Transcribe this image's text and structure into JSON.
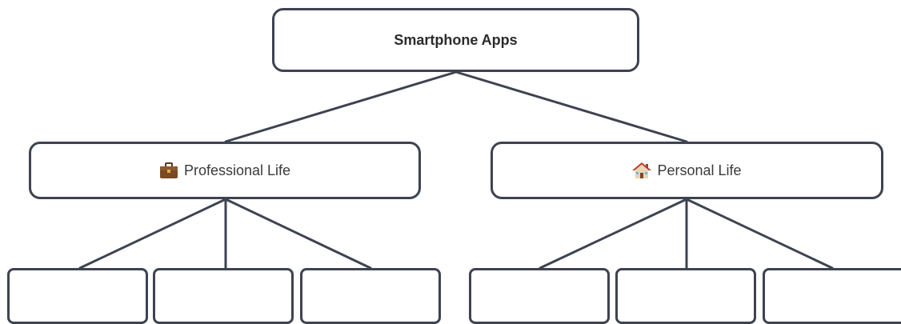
{
  "root": {
    "label": "Smartphone Apps"
  },
  "branches": [
    {
      "label": "Professional Life",
      "icon": "briefcase-icon"
    },
    {
      "label": "Personal Life",
      "icon": "house-icon"
    }
  ],
  "colors": {
    "stroke": "#3d4350",
    "background": "#ffffff",
    "text": "#333333"
  }
}
